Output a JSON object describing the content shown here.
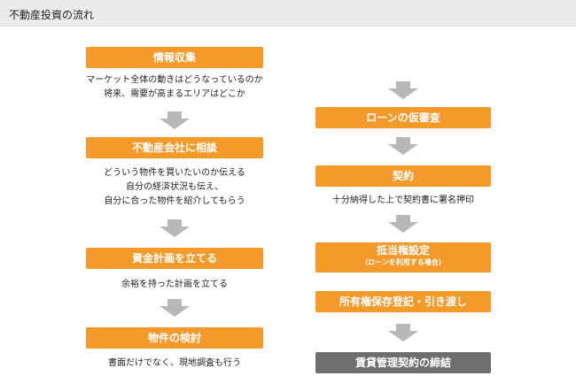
{
  "header": {
    "title": "不動産投資の流れ"
  },
  "left": [
    {
      "label": "情報収集",
      "desc": [
        "マーケット全体の動きはどうなっているのか",
        "将来、需要が高まるエリアはどこか"
      ]
    },
    {
      "label": "不動産会社に相談",
      "desc": [
        "どういう物件を買いたいのか伝える",
        "自分の経済状況も伝え、",
        "自分に合った物件を紹介してもらう"
      ]
    },
    {
      "label": "資金計画を立てる",
      "desc": [
        "余裕を持った計画を立てる"
      ]
    },
    {
      "label": "物件の検討",
      "desc": [
        "書面だけでなく、現地調査も行う"
      ]
    }
  ],
  "right": [
    {
      "label": "ローンの仮審査"
    },
    {
      "label": "契約",
      "desc": "十分納得した上で契約書に署名押印"
    },
    {
      "label": "抵当権設定",
      "sub": "（ローンを利用する場合）"
    },
    {
      "label": "所有権保存登記・引き渡し"
    },
    {
      "label": "賃貸管理契約の締結"
    }
  ],
  "colors": {
    "accent": "#f39a2b",
    "final": "#6e6e6e",
    "arrow": "#b8b8b8",
    "header_bg": "#ebebeb"
  }
}
